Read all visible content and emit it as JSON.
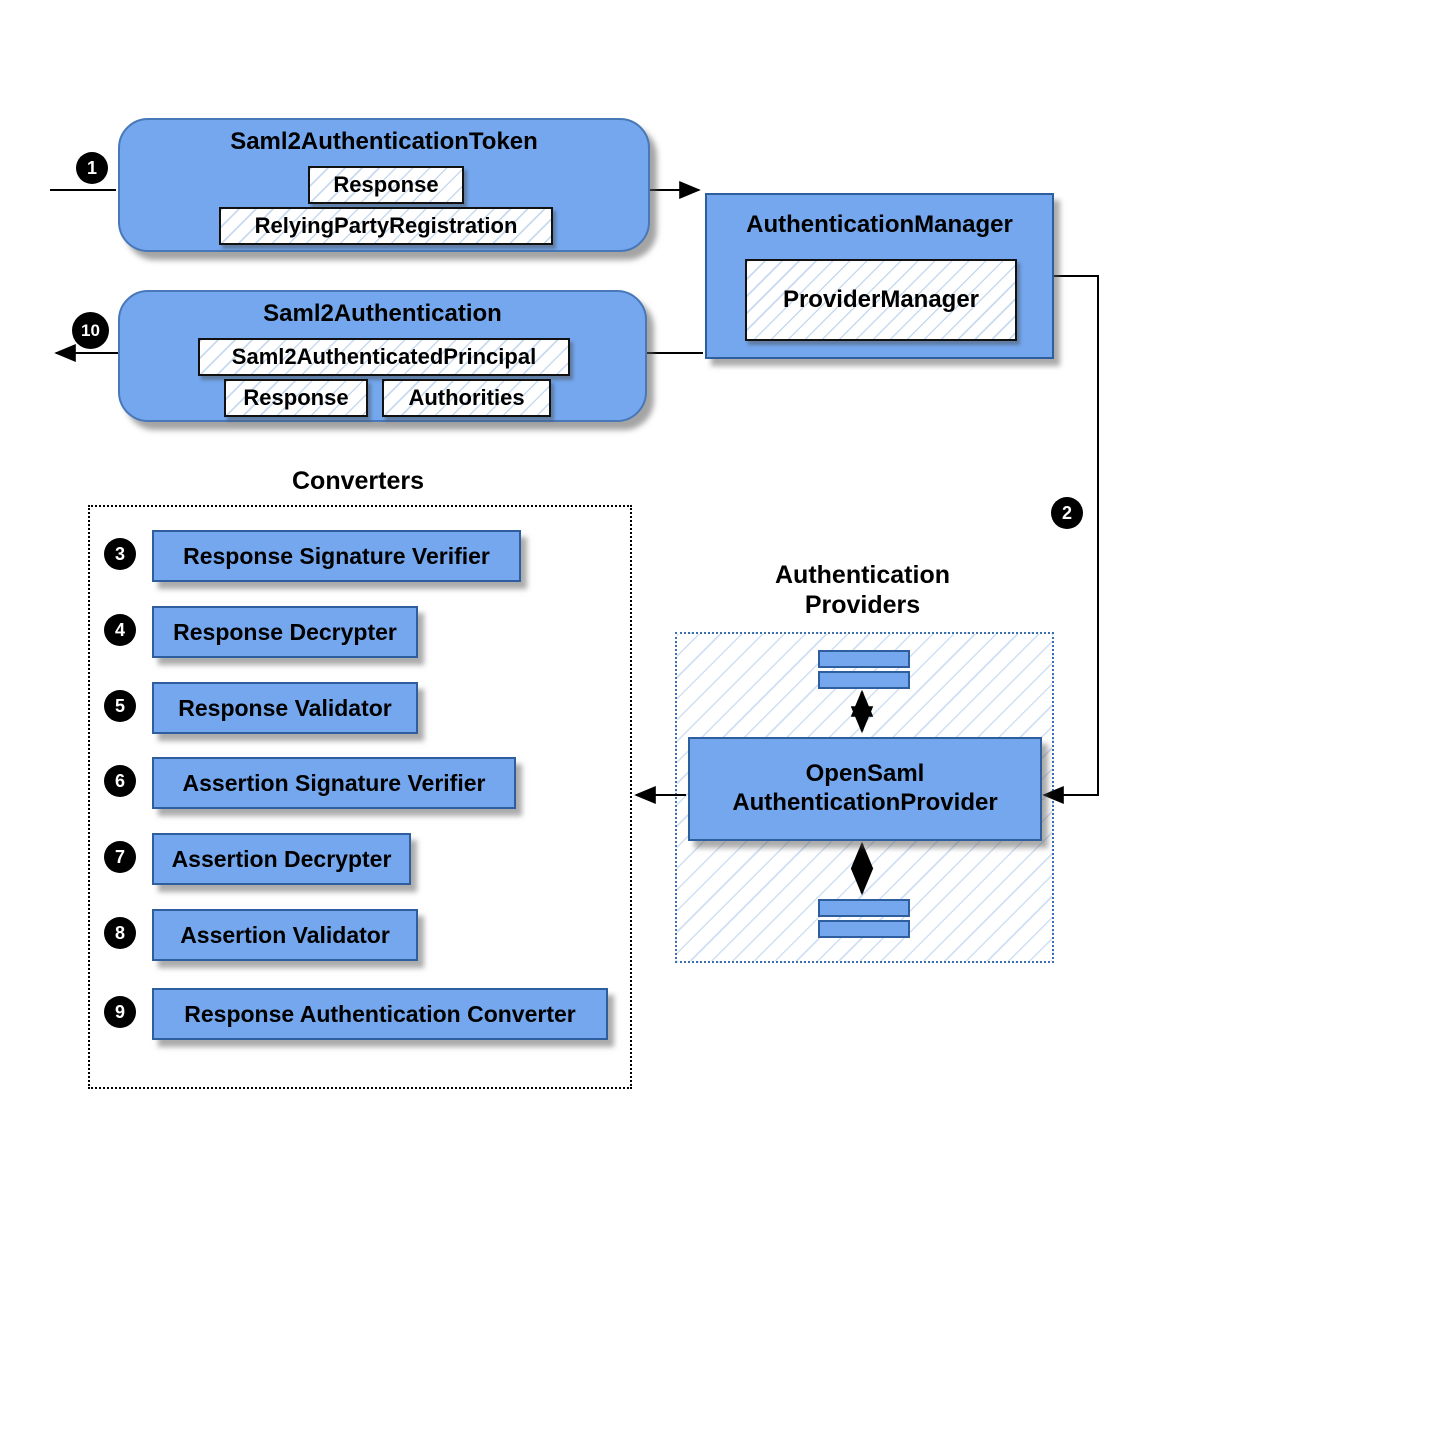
{
  "steps": {
    "s1": "1",
    "s2": "2",
    "s10": "10"
  },
  "token_box": {
    "title": "Saml2AuthenticationToken",
    "response": "Response",
    "relying_party": "RelyingPartyRegistration"
  },
  "auth_manager": {
    "title": "AuthenticationManager",
    "provider_manager": "ProviderManager"
  },
  "saml2_authentication": {
    "title": "Saml2Authentication",
    "principal": "Saml2AuthenticatedPrincipal",
    "response": "Response",
    "authorities": "Authorities"
  },
  "converters": {
    "title": "Converters",
    "items": [
      {
        "step": "3",
        "label": "Response Signature Verifier"
      },
      {
        "step": "4",
        "label": "Response Decrypter"
      },
      {
        "step": "5",
        "label": "Response Validator"
      },
      {
        "step": "6",
        "label": "Assertion Signature Verifier"
      },
      {
        "step": "7",
        "label": "Assertion Decrypter"
      },
      {
        "step": "8",
        "label": "Assertion Validator"
      },
      {
        "step": "9",
        "label": "Response Authentication Converter"
      }
    ]
  },
  "auth_providers": {
    "title_line1": "Authentication",
    "title_line2": "Providers",
    "provider_line1": "OpenSaml",
    "provider_line2": "AuthenticationProvider"
  },
  "colors": {
    "box_blue": "#74a7ee",
    "box_border": "#2f5e9e",
    "hatch_blue": "#96b9e6",
    "arrow": "#000000"
  }
}
